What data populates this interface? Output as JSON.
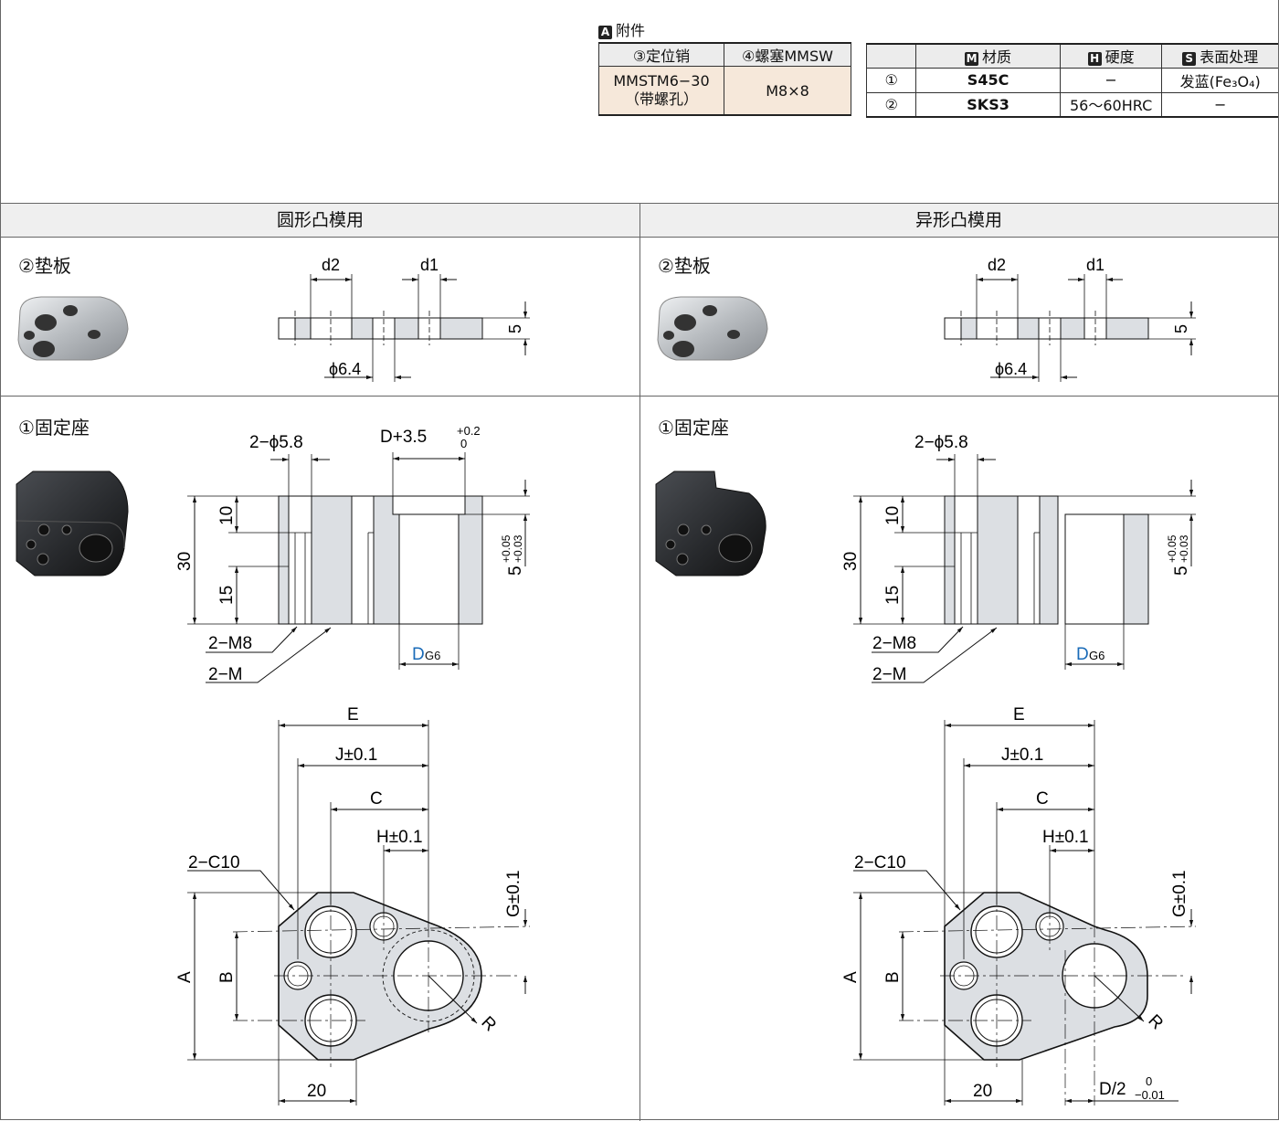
{
  "accessories": {
    "tag": "A",
    "title": "附件",
    "col1_header": "③定位销",
    "col2_header": "④螺塞MMSW",
    "col1_value_line1": "MMSTM6−30",
    "col1_value_line2": "（带螺孔）",
    "col2_value": "M8×8"
  },
  "material_table": {
    "headers": [
      {
        "tag": "",
        "label": ""
      },
      {
        "tag": "M",
        "label": "材质"
      },
      {
        "tag": "H",
        "label": "硬度"
      },
      {
        "tag": "S",
        "label": "表面处理"
      }
    ],
    "rows": [
      {
        "no": "①",
        "material": "S45C",
        "hardness": "−",
        "surface": "发蓝(Fe₃O₄)"
      },
      {
        "no": "②",
        "material": "SKS3",
        "hardness": "56～60HRC",
        "surface": "−"
      }
    ]
  },
  "panels": {
    "left_title": "圆形凸模用",
    "right_title": "异形凸模用"
  },
  "plate": {
    "title": "②垫板",
    "d2": "d2",
    "d1": "d1",
    "thickness": "5",
    "hole": "ϕ6.4"
  },
  "holder": {
    "title": "①固定座",
    "holes_dim": "2−ϕ5.8",
    "bore_dim": "D+3.5",
    "bore_tol_upper": "+0.2",
    "bore_tol_lower": "0",
    "height": "30",
    "upper": "10",
    "lower": "15",
    "step": "5",
    "step_tol_upper": "+0.05",
    "step_tol_lower": "+0.03",
    "thread_m8": "2−M8",
    "thread_m": "2−M",
    "d_label": "D",
    "d_fit": "G6",
    "E": "E",
    "J": "J±0.1",
    "C": "C",
    "H": "H±0.1",
    "chamfer": "2−C10",
    "G": "G±0.1",
    "A": "A",
    "B": "B",
    "R": "R",
    "twenty": "20",
    "d_half": "D/2",
    "d_half_tol_upper": "0",
    "d_half_tol_lower": "−0.01"
  },
  "colors": {
    "part_fill": "#dcdfe3",
    "accent_blue": "#1a6bb8",
    "beige": "#f6e8da"
  }
}
